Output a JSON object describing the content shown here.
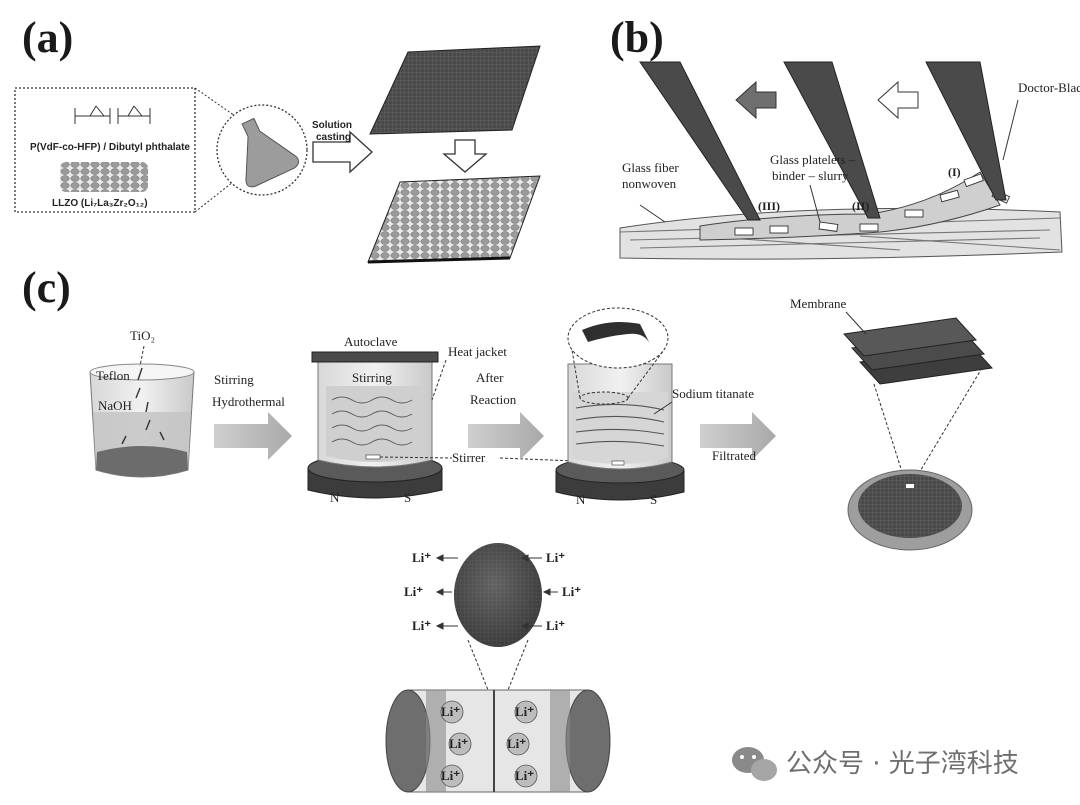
{
  "panels": {
    "a": "(a)",
    "b": "(b)",
    "c": "(c)"
  },
  "panel_a": {
    "polymer_label": "P(VdF-co-HFP) / Dibutyl phthalate",
    "llzo_label": "LLZO (Li₇La₃Zr₂O₁₂)",
    "process_label_1": "Solution",
    "process_label_2": "casting"
  },
  "panel_b": {
    "doctor_blade": "Doctor-Blade",
    "glass_fiber_1": "Glass fiber",
    "glass_fiber_2": "nonwoven",
    "platelets_1": "Glass platelets –",
    "platelets_2": "binder – slurry",
    "stage_1": "(I)",
    "stage_2": "(II)",
    "stage_3": "(III)"
  },
  "panel_c": {
    "tio2": "TiO₂",
    "teflon": "Teflon",
    "naoh": "NaOH",
    "step1_line1": "Stirring",
    "step1_line2": "Hydrothermal",
    "autoclave": "Autoclave",
    "heat_jacket": "Heat jacket",
    "stirring": "Stirring",
    "stirrer": "Stirrer",
    "step2_line1": "After",
    "step2_line2": "Reaction",
    "sodium_titanate": "Sodium titanate",
    "step3": "Filtrated",
    "membrane": "Membrane",
    "magnet_n": "N",
    "magnet_s": "S",
    "li_ion": "Li⁺"
  },
  "watermark": {
    "text": "公众号 · 光子湾科技",
    "icon": "wechat-icon"
  }
}
